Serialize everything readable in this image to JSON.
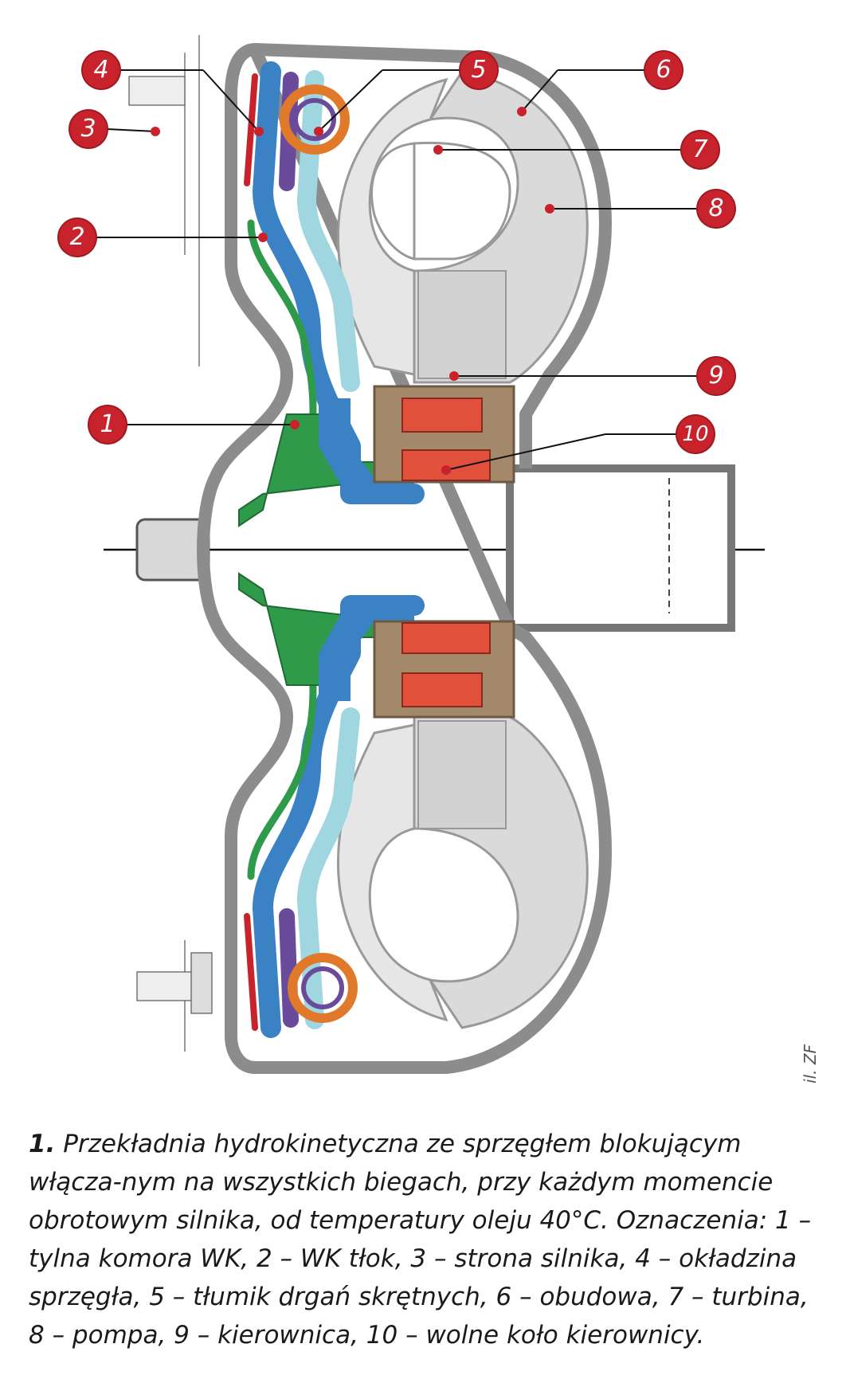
{
  "markers": [
    {
      "id": "1",
      "label": "1"
    },
    {
      "id": "2",
      "label": "2"
    },
    {
      "id": "3",
      "label": "3"
    },
    {
      "id": "4",
      "label": "4"
    },
    {
      "id": "5",
      "label": "5"
    },
    {
      "id": "6",
      "label": "6"
    },
    {
      "id": "7",
      "label": "7"
    },
    {
      "id": "8",
      "label": "8"
    },
    {
      "id": "9",
      "label": "9"
    },
    {
      "id": "10",
      "label": "10"
    }
  ],
  "credit": "il. ZF",
  "caption": {
    "number": "1.",
    "text": "Przekładnia hydrokinetyczna ze sprzęgłem blokującym włącza-nym na wszystkich biegach, przy każdym momencie obrotowym silnika, od temperatury oleju 40°C. Oznaczenia: 1 – tylna komora WK, 2 – WK tłok, 3 – strona silnika, 4 – okładzina sprzęgła, 5 – tłumik drgań skrętnych, 6 – obudowa, 7 – turbina, 8 – pompa, 9 – kierownica, 10 – wolne koło kierownicy."
  },
  "colors": {
    "housing": "#8c8c8c",
    "torus": "#dadada",
    "blue": "#3b82c4",
    "light_blue": "#9fd6e0",
    "green": "#2e9a4a",
    "purple": "#6a4a9a",
    "orange": "#e07a2a",
    "brown": "#a4886a",
    "red_part": "#e0503a",
    "marker": "#c8232c"
  }
}
